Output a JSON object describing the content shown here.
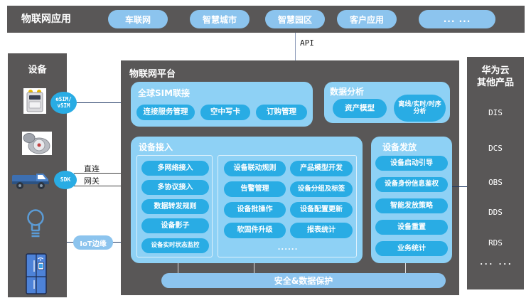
{
  "colors": {
    "panel_bg": "#595757",
    "section_bg": "#8ed1f5",
    "pill_bright": "#29ace4",
    "pill_muted": "#8cc4ee",
    "connector_navy": "#1f3864"
  },
  "top_bar": {
    "title": "物联网应用",
    "pills": [
      "车联网",
      "智慧城市",
      "智慧园区",
      "客户应用",
      "... ..."
    ]
  },
  "api": {
    "label": "API"
  },
  "devices": {
    "title": "设备",
    "icons": [
      "gas-meter",
      "water-meter",
      "truck",
      "light-bulb",
      "smart-fridge"
    ],
    "esim_label_line1": "eSIM/",
    "esim_label_line2": "vSIM",
    "sdk_label": "SDK",
    "direct_label": "直连",
    "gateway_label": "网关",
    "iot_edge_label": "IoT边缘"
  },
  "platform": {
    "title": "物联网平台",
    "sim_section": {
      "title": "全球SIM联接",
      "pills": [
        "连接服务管理",
        "空中写卡",
        "订购管理"
      ]
    },
    "analytics_section": {
      "title": "数据分析",
      "pills": [
        "资产模型",
        "离线/实时/时序分析"
      ]
    },
    "access_section": {
      "title": "设备接入",
      "group1": [
        "多网络接入",
        "多协议接入",
        "数据转发规则",
        "设备影子",
        "设备实时状态监控"
      ],
      "group2_col1": [
        "设备联动规则",
        "告警管理",
        "设备批操作",
        "软固件升级"
      ],
      "group2_col2": [
        "产品模型开发",
        "设备分组及标签",
        "设备配置更新",
        "报表统计"
      ],
      "group2_more": "......"
    },
    "provision_section": {
      "title": "设备发放",
      "pills": [
        "设备启动引导",
        "设备身份信息鉴权",
        "智能发放策略",
        "设备重置",
        "业务统计"
      ]
    },
    "security_bar": "安全&数据保护"
  },
  "cloud": {
    "title_line1": "华为云",
    "title_line2": "其他产品",
    "items": [
      "DIS",
      "DCS",
      "OBS",
      "DDS",
      "RDS",
      "... ..."
    ]
  }
}
